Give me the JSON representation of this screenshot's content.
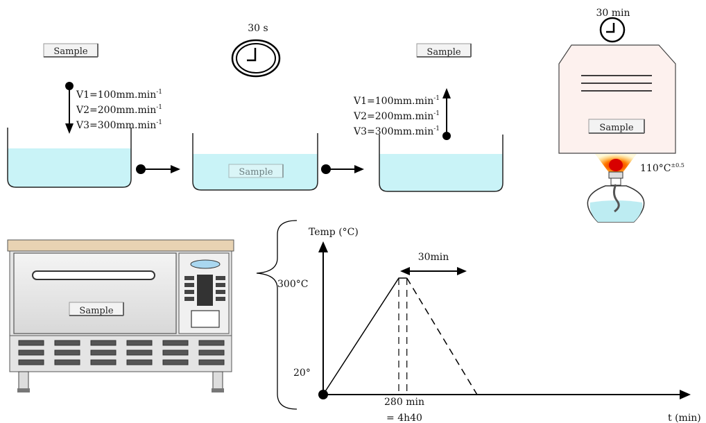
{
  "sample_label": "Sample",
  "steps": {
    "immerse": {
      "speeds": [
        "V1=100mm.min",
        "V2=200mm.min",
        "V3=300mm.min"
      ],
      "unit_superscript": "-1"
    },
    "hold": {
      "time": "30 s"
    },
    "withdraw": {
      "speeds": [
        "V1=100mm.min",
        "V2=200mm.min",
        "V3=300mm.min"
      ],
      "unit_superscript": "-1"
    },
    "dry": {
      "time": "30 min",
      "temperature": "110°C",
      "tolerance": "±0.5"
    }
  },
  "chart_data": {
    "type": "line",
    "ylabel": "Temp (°C)",
    "xlabel": "t (min)",
    "y_ticks": [
      "300°C",
      "20°"
    ],
    "x_ticks": [
      "280 min",
      "= 4h40"
    ],
    "hold_label": "30min",
    "series": [
      {
        "points": [
          [
            0,
            20
          ],
          [
            280,
            300
          ],
          [
            310,
            300
          ]
        ],
        "style": "solid"
      },
      {
        "points": [
          [
            310,
            300
          ],
          [
            570,
            20
          ]
        ],
        "style": "dashed"
      }
    ]
  },
  "colors": {
    "liquid": "#c9f3f7",
    "oven_top": "#e8d3b3",
    "oven_body": "#e6e6e6",
    "furnace": "#fdf1ee",
    "flame": "#ff6a00"
  }
}
